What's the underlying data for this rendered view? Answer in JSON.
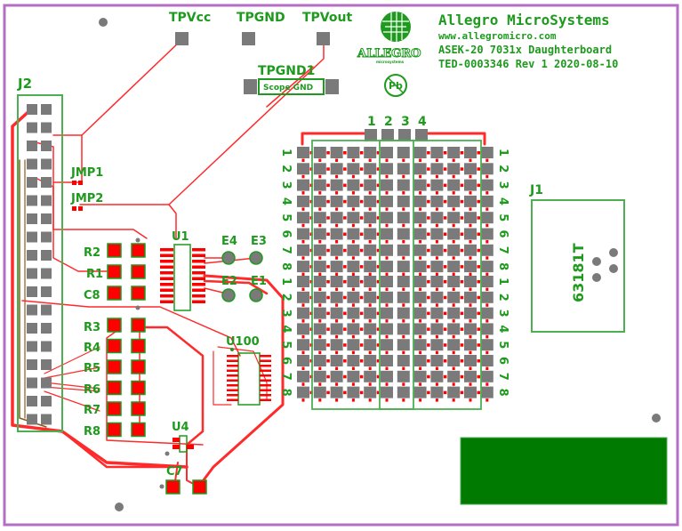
{
  "title_block": {
    "company": "Allegro MicroSystems",
    "website": "www.allegromicro.com",
    "board_name": "ASEK-20 7031x Daughterboard",
    "doc_rev": "TED-0003346 Rev 1 2020-08-10",
    "logo_text": "ALLEGRO",
    "logo_subtext": "microsystems",
    "pb_free_mark": "Pb"
  },
  "test_points": [
    {
      "label": "TPVcc"
    },
    {
      "label": "TPGND"
    },
    {
      "label": "TPVout"
    }
  ],
  "tpgnd1": {
    "label": "TPGND1",
    "sublabel": "Scope GND"
  },
  "connectors": {
    "j2": {
      "label": "J2",
      "rows": 18,
      "cols": 2
    },
    "j1": {
      "label": "J1",
      "part": "63181T"
    }
  },
  "jumpers": [
    {
      "label": "JMP1"
    },
    {
      "label": "JMP2"
    }
  ],
  "resistors_top": [
    {
      "label": "R2"
    },
    {
      "label": "R1"
    },
    {
      "label": "C8"
    }
  ],
  "resistors_bottom": [
    {
      "label": "R3"
    },
    {
      "label": "R4"
    },
    {
      "label": "R5"
    },
    {
      "label": "R6"
    },
    {
      "label": "R7"
    },
    {
      "label": "R8"
    }
  ],
  "ics": {
    "u1": "U1",
    "u100": "U100",
    "u4": "U4",
    "c7": "C7"
  },
  "test_pads": [
    {
      "label": "E4"
    },
    {
      "label": "E3"
    },
    {
      "label": "E2"
    },
    {
      "label": "E1"
    }
  ],
  "array": {
    "column_headers": [
      "1",
      "2",
      "3",
      "4"
    ],
    "row_labels_top": [
      "1",
      "2",
      "3",
      "4",
      "5",
      "6",
      "7",
      "8"
    ],
    "row_labels_bottom": [
      "1",
      "2",
      "3",
      "4",
      "5",
      "6",
      "7",
      "8"
    ]
  },
  "colors": {
    "board_outline": "#b46fc4",
    "silkscreen": "#1e9a1e",
    "copper": "#ff0000",
    "pad": "#7a7a7a",
    "fill_block": "#007a00"
  }
}
